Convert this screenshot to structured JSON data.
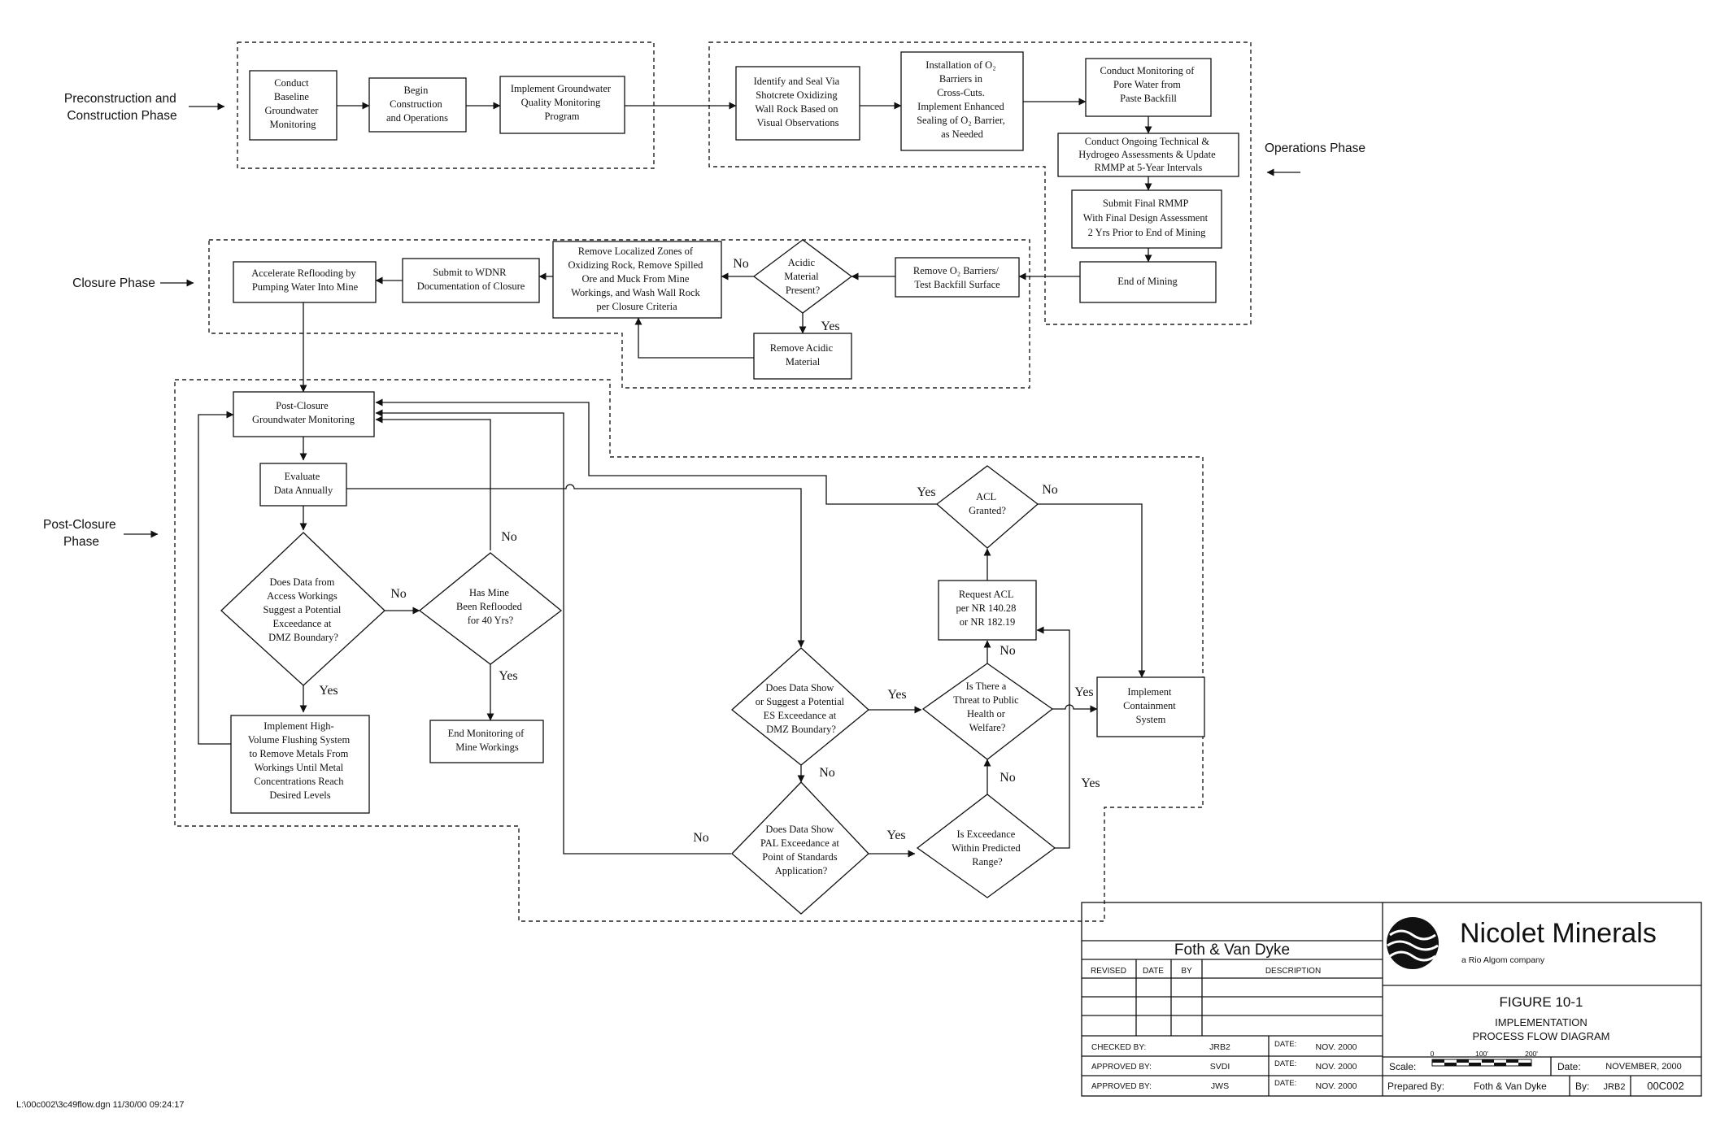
{
  "phases": {
    "preconstruction": [
      "Preconstruction and",
      "Construction Phase"
    ],
    "operations": [
      "Operations Phase"
    ],
    "closure": [
      "Closure Phase"
    ],
    "post_closure": [
      "Post-Closure",
      "Phase"
    ]
  },
  "boxes": {
    "baseline": [
      "Conduct",
      "Baseline",
      "Groundwater",
      "Monitoring"
    ],
    "begin": [
      "Begin",
      "Construction",
      "and Operations"
    ],
    "implement_gw": [
      "Implement Groundwater",
      "Quality Monitoring",
      "Program"
    ],
    "identify_seal": [
      "Identify and Seal Via",
      "Shotcrete Oxidizing",
      "Wall Rock Based on",
      "Visual Observations"
    ],
    "o2_barriers": [
      "Installation of O₂",
      "Barriers in",
      "Cross-Cuts.",
      "Implement Enhanced",
      "Sealing of O₂ Barrier,",
      "as Needed"
    ],
    "pore_water": [
      "Conduct Monitoring of",
      "Pore Water from",
      "Paste Backfill"
    ],
    "ongoing": [
      "Conduct Ongoing Technical &",
      "Hydrogeo Assessments & Update",
      "RMMP at 5-Year Intervals"
    ],
    "final_rmmp": [
      "Submit Final RMMP",
      "With Final Design Assessment",
      "2 Yrs Prior to End of Mining"
    ],
    "end_mining": [
      "End of Mining"
    ],
    "remove_o2": [
      "Remove O₂ Barriers/",
      "Test Backfill Surface"
    ],
    "remove_zones": [
      "Remove Localized Zones of",
      "Oxidizing Rock, Remove Spilled",
      "Ore and Muck From Mine",
      "Workings, and Wash Wall Rock",
      "per Closure Criteria"
    ],
    "remove_acidic": [
      "Remove Acidic",
      "Material"
    ],
    "submit_wdnr": [
      "Submit to WDNR",
      "Documentation of Closure"
    ],
    "accelerate": [
      "Accelerate Reflooding by",
      "Pumping Water Into Mine"
    ],
    "post_gw": [
      "Post-Closure",
      "Groundwater Monitoring"
    ],
    "evaluate": [
      "Evaluate",
      "Data Annually"
    ],
    "flushing": [
      "Implement High-",
      "Volume Flushing System",
      "to Remove Metals From",
      "Workings Until Metal",
      "Concentrations Reach",
      "Desired Levels"
    ],
    "end_monitoring": [
      "End Monitoring of",
      "Mine Workings"
    ],
    "request_acl": [
      "Request ACL",
      "per NR 140.28",
      "or NR 182.19"
    ],
    "containment": [
      "Implement",
      "Containment",
      "System"
    ]
  },
  "decisions": {
    "acidic": [
      "Acidic",
      "Material",
      "Present?"
    ],
    "dmz": [
      "Does Data from",
      "Access Workings",
      "Suggest a Potential",
      "Exceedance at",
      "DMZ Boundary?"
    ],
    "reflooded": [
      "Has Mine",
      "Been Reflooded",
      "for 40 Yrs?"
    ],
    "es": [
      "Does Data Show",
      "or Suggest a Potential",
      "ES Exceedance at",
      "DMZ Boundary?"
    ],
    "pal": [
      "Does Data Show",
      "PAL Exceedance at",
      "Point of Standards",
      "Application?"
    ],
    "threat": [
      "Is There a",
      "Threat to Public",
      "Health or",
      "Welfare?"
    ],
    "within": [
      "Is Exceedance",
      "Within Predicted",
      "Range?"
    ],
    "acl": [
      "ACL",
      "Granted?"
    ]
  },
  "labels": {
    "yes": "Yes",
    "no": "No"
  },
  "title_block": {
    "firm": "Foth & Van Dyke",
    "revision_headers": [
      "REVISED",
      "DATE",
      "BY",
      "DESCRIPTION"
    ],
    "checked_by_label": "CHECKED BY:",
    "checked_by": "JRB2",
    "approved_by_label": "APPROVED BY:",
    "approved_by_1": "SVDI",
    "approved_by_2": "JWS",
    "date_label": "DATE:",
    "date_value": "NOV. 2000",
    "company": "Nicolet Minerals",
    "company_sub": "a Rio Algom company",
    "figure": "FIGURE 10-1",
    "figure_title_1": "IMPLEMENTATION",
    "figure_title_2": "PROCESS FLOW DIAGRAM",
    "scale_label": "Scale:",
    "scale_ticks": [
      "0",
      "100'",
      "200'"
    ],
    "date2_label": "Date:",
    "date2_value": "NOVEMBER, 2000",
    "prepared_label": "Prepared By:",
    "prepared_value": "Foth & Van Dyke",
    "by_label": "By:",
    "by_value": "JRB2",
    "drawing_no": "00C002"
  },
  "footer": "L:\\00c002\\3c49flow.dgn  11/30/00 09:24:17"
}
